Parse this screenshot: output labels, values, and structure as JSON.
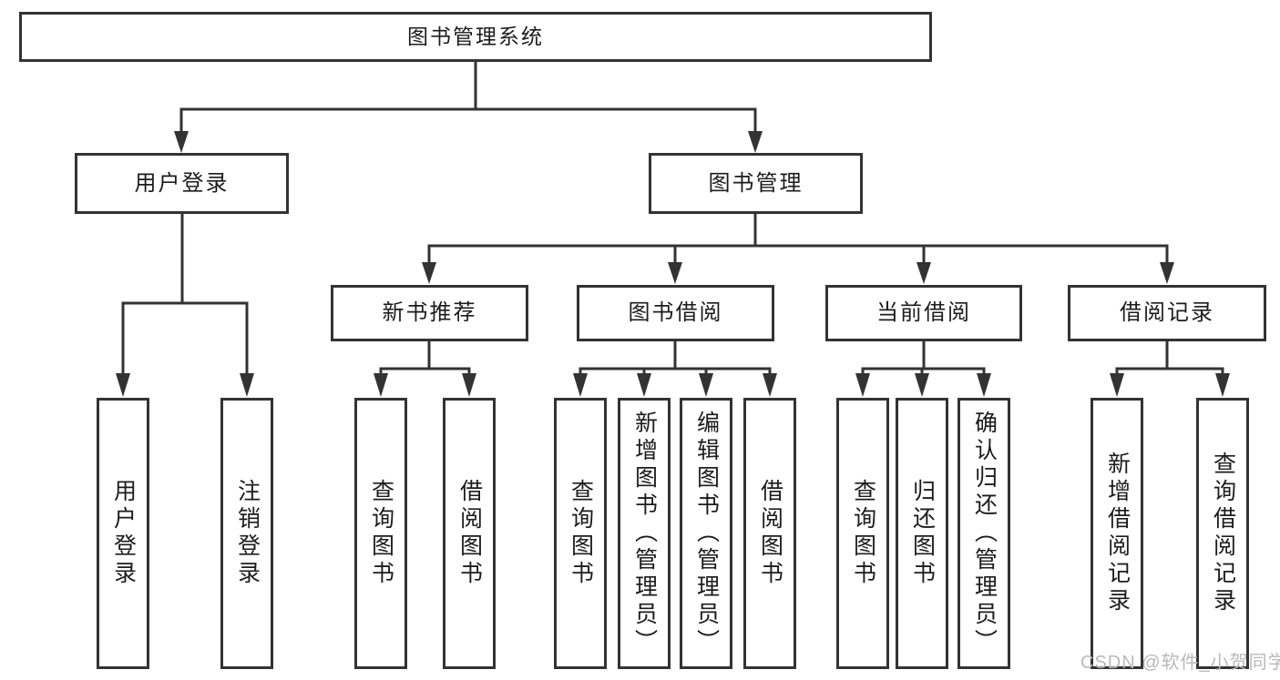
{
  "diagram": {
    "root": {
      "label": "图书管理系统"
    },
    "level2": [
      {
        "label": "用户登录",
        "leaves": [
          {
            "label": "用户登录"
          },
          {
            "label": "注销登录"
          }
        ]
      },
      {
        "label": "图书管理",
        "groups": [
          {
            "label": "新书推荐",
            "leaves": [
              {
                "label": "查询图书"
              },
              {
                "label": "借阅图书"
              }
            ]
          },
          {
            "label": "图书借阅",
            "leaves": [
              {
                "label": "查询图书"
              },
              {
                "label": "新增图书（管理员）"
              },
              {
                "label": "编辑图书（管理员）"
              },
              {
                "label": "借阅图书"
              }
            ]
          },
          {
            "label": "当前借阅",
            "leaves": [
              {
                "label": "查询图书"
              },
              {
                "label": "归还图书"
              },
              {
                "label": "确认归还（管理员）"
              }
            ]
          },
          {
            "label": "借阅记录",
            "leaves": [
              {
                "label": "新增借阅记录"
              },
              {
                "label": "查询借阅记录"
              }
            ]
          }
        ]
      }
    ]
  },
  "watermark": {
    "text": "CSDN @软件_小贺同学"
  },
  "colors": {
    "line": "#333333",
    "border": "#333333",
    "text": "#1c1c1c",
    "watermark": "#b9b9b9",
    "background": "#ffffff"
  }
}
